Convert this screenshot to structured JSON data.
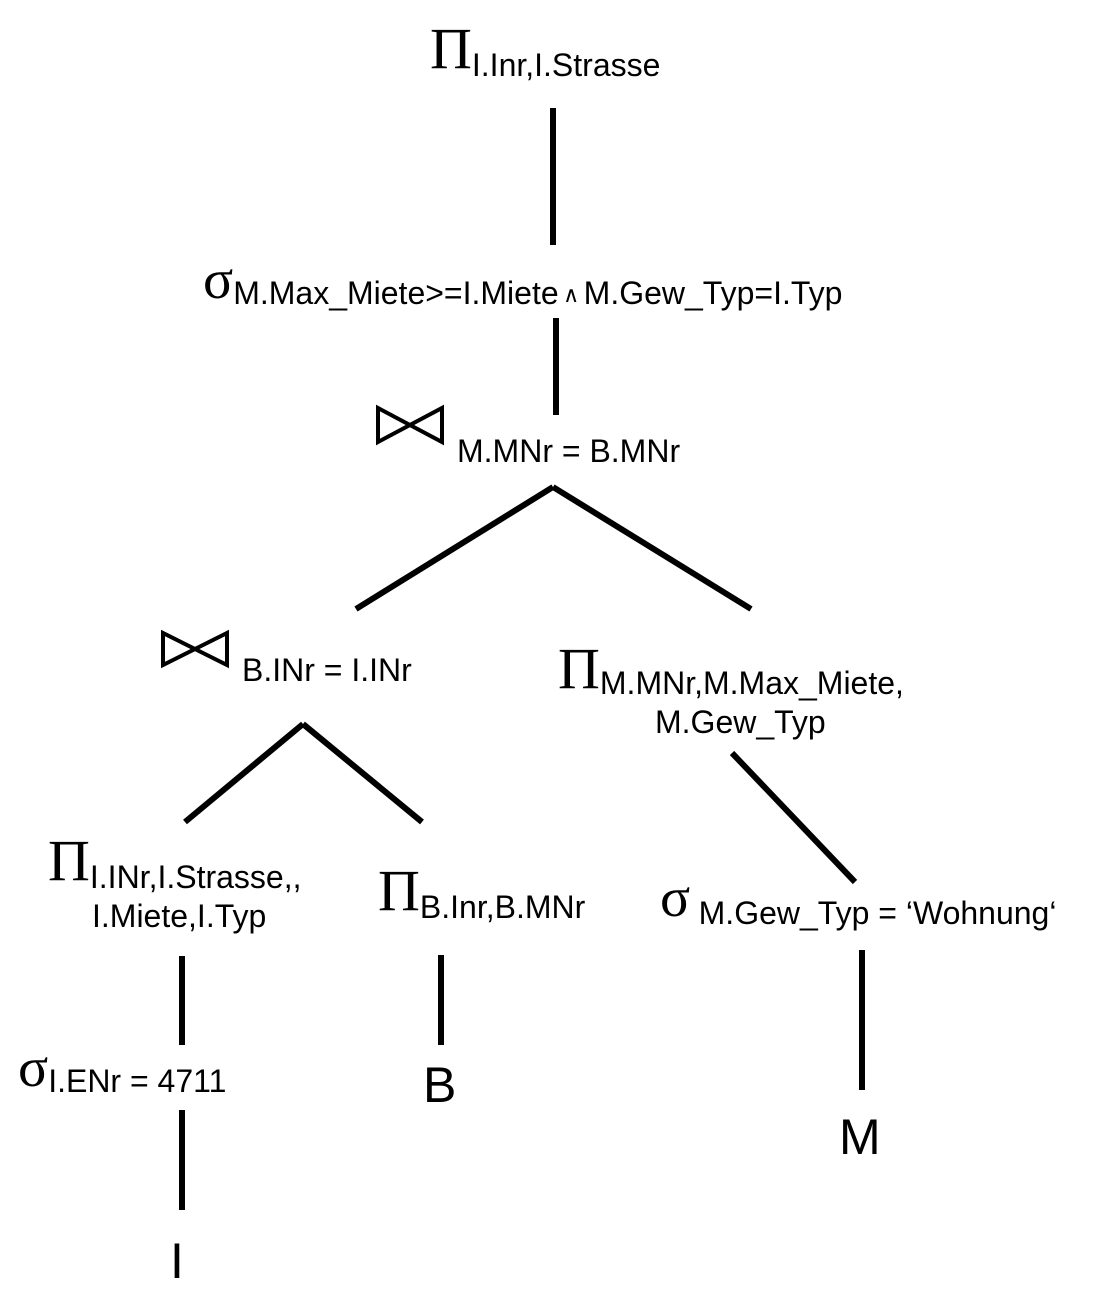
{
  "nodes": {
    "root_projection": {
      "operator": "Π",
      "subscript": "I.Inr,I.Strasse"
    },
    "selection_top": {
      "operator": "σ",
      "subscript_left": "M.Max_Miete>=I.Miete",
      "and_symbol": "∧",
      "subscript_right": "M.Gew_Typ=I.Typ"
    },
    "join_top": {
      "subscript": "M.MNr = B.MNr"
    },
    "join_left": {
      "subscript": "B.INr = I.INr"
    },
    "projection_m": {
      "operator": "Π",
      "subscript_line1": "M.MNr,M.Max_Miete,",
      "subscript_line2": "M.Gew_Typ"
    },
    "projection_i": {
      "operator": "Π",
      "subscript_line1": "I.INr,I.Strasse,,",
      "subscript_line2": "I.Miete,I.Typ"
    },
    "projection_b": {
      "operator": "Π",
      "subscript": "B.Inr,B.MNr"
    },
    "selection_m": {
      "operator": "σ",
      "subscript": "M.Gew_Typ = ‘Wohnung‘"
    },
    "selection_i": {
      "operator": "σ",
      "subscript": "I.ENr = 4711"
    },
    "leaf_b": "B",
    "leaf_m": "M",
    "leaf_i": "I"
  }
}
